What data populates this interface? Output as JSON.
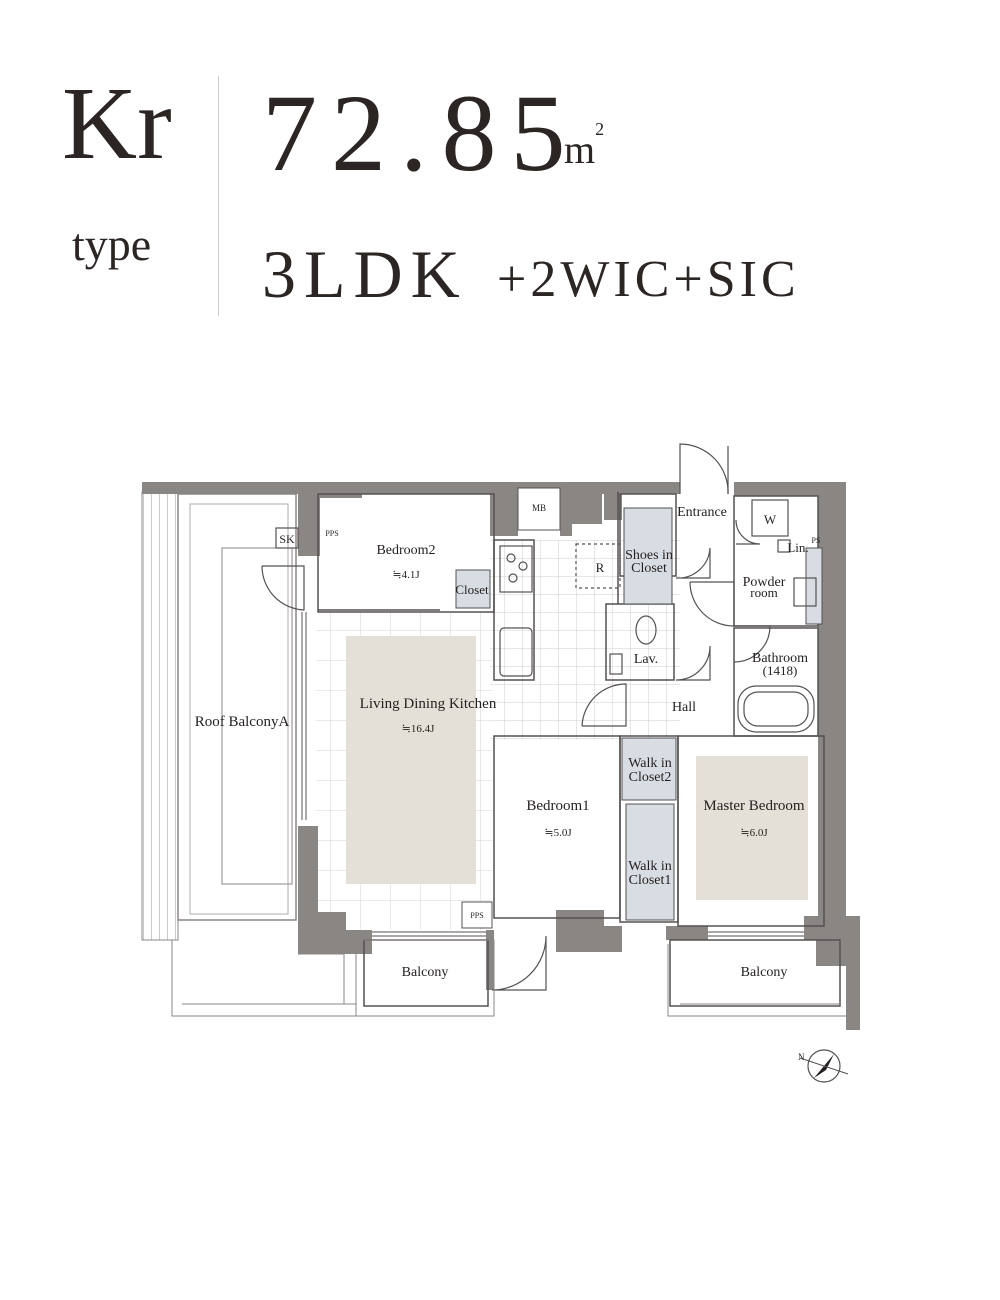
{
  "header": {
    "type_code": "Kr",
    "type_word": "type",
    "area_value": "72.85",
    "area_unit": "m",
    "area_unit_sup": "2",
    "layout_main": "3LDK",
    "layout_extra": "+2WIC+SIC"
  },
  "rooms": {
    "roof_balcony": "Roof BalconyA",
    "bedroom2": "Bedroom2",
    "bedroom2_size": "≒4.1J",
    "closet": "Closet",
    "ldk": "Living Dining Kitchen",
    "ldk_size": "≒16.4J",
    "bedroom1": "Bedroom1",
    "bedroom1_size": "≒5.0J",
    "master": "Master Bedroom",
    "master_size": "≒6.0J",
    "wic2_line1": "Walk in",
    "wic2_line2": "Closet2",
    "wic1_line1": "Walk in",
    "wic1_line2": "Closet1",
    "entrance": "Entrance",
    "shoes_line1": "Shoes in",
    "shoes_line2": "Closet",
    "lav": "Lav.",
    "hall": "Hall",
    "powder_line1": "Powder",
    "powder_line2": "room",
    "bathroom": "Bathroom",
    "bathroom_size": "(1418)",
    "balcony_left": "Balcony",
    "balcony_right": "Balcony",
    "fridge": "R",
    "washer": "W",
    "linen": "Lin.",
    "mb": "MB",
    "sk": "SK",
    "pps_top": "PPS",
    "pps_bottom": "PPS",
    "ps": "PS"
  },
  "colors": {
    "wall": "#8a8684",
    "floor_accent": "#e4e0d8",
    "closet_fill": "#d8dde3",
    "text": "#2b2523"
  },
  "icons": {
    "compass": "north-arrow-icon"
  }
}
